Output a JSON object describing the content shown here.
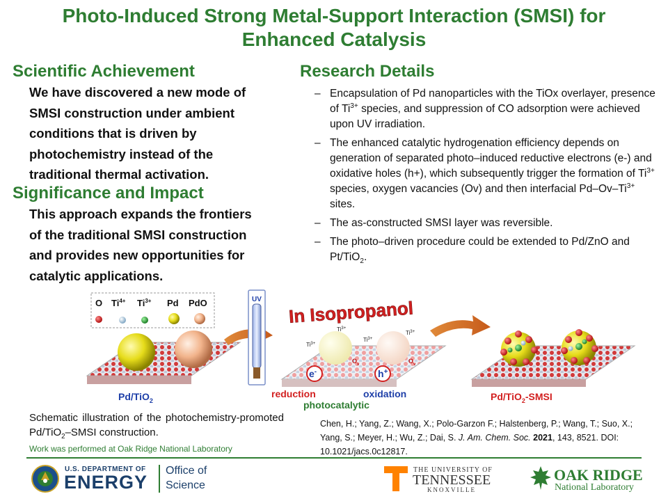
{
  "title_line1": "Photo-Induced Strong Metal-Support Interaction (SMSI) for",
  "title_line2": "Enhanced Catalysis",
  "achievement": {
    "heading": "Scientific Achievement",
    "lines": [
      "We have discovered a new mode of",
      "SMSI construction under ambient",
      "conditions that is driven by",
      "photochemistry instead of the",
      "traditional thermal activation."
    ]
  },
  "significance": {
    "heading": "Significance and Impact",
    "lines": [
      "This approach expands the frontiers",
      "of the traditional SMSI construction",
      "and provides new opportunities for",
      "catalytic applications."
    ]
  },
  "details": {
    "heading": "Research Details",
    "bullet_mark": "–",
    "b1_a": "Encapsulation of Pd nanoparticles with the TiOx overlayer, presence of Ti",
    "b1_sup": "3+",
    "b1_b": " species, and suppression of CO adsorption were achieved upon UV irradiation.",
    "b2_a": "The enhanced catalytic hydrogenation efficiency depends on generation of separated photo–induced reductive electrons (e-) and oxidative holes (h+), which subsequently trigger the formation of Ti",
    "b2_sup": "3+",
    "b2_b": " species, oxygen vacancies (Ov) and then interfacial Pd–Ov–Ti",
    "b2_sup2": "3+",
    "b2_c": " sites.",
    "b3": "The as-constructed SMSI layer was reversible.",
    "b4_a": "The photo–driven procedure could be extended to Pd/ZnO and Pt/TiO",
    "b4_sub": "2",
    "b4_b": "."
  },
  "figure": {
    "legend": [
      "O",
      "Ti",
      "Ti",
      "Pd",
      "PdO"
    ],
    "legend_sup": [
      "4+",
      "3+"
    ],
    "uv": "UV",
    "in_isopropanol": "In Isopropanol",
    "ti3": "Ti",
    "ti3_sup": "3+",
    "ov": "O",
    "ov_sub": "v",
    "e": "e",
    "e_sup": "-",
    "h": "h",
    "h_sup": "+",
    "reduction": "reduction",
    "oxidation": "oxidation",
    "photocatalytic": "photocatalytic",
    "left_label_a": "Pd/TiO",
    "left_label_sub": "2",
    "right_label_a": "Pd/TiO",
    "right_label_sub": "2",
    "right_label_b": "-SMSI"
  },
  "caption_a": "Schematic illustration of the photochemistry-promoted Pd/TiO",
  "caption_sub": "2",
  "caption_b": "–SMSI construction.",
  "work_line": "Work was performed at Oak Ridge National Laboratory",
  "reference": {
    "authors": "Chen, H.; Yang, Z.; Wang, X.; Polo-Garzon F.; Halstenberg, P.; Wang, T.; Suo, X.; Yang, S.; Meyer, H.; Wu, Z.; Dai, S. ",
    "journal": "J. Am. Chem. Soc.",
    "year": "2021",
    "rest": ", 143, 8521.  DOI: 10.1021/jacs.0c12817."
  },
  "footer": {
    "doe_small": "U.S. DEPARTMENT OF",
    "doe_big": "ENERGY",
    "office_1": "Office of",
    "office_2": "Science",
    "ut_1": "THE UNIVERSITY OF",
    "ut_2": "TENNESSEE",
    "ut_3": "KNOXVILLE",
    "ornl_1": "OAK RIDGE",
    "ornl_2": "National Laboratory"
  },
  "colors": {
    "green": "#2e7d32",
    "ut_orange": "#ff8200",
    "o_red": "#d32020",
    "ti4": "#a8c8e0",
    "ti3": "#2fa83a",
    "pd": "#e8e21a",
    "pdo": "#f2b48c"
  }
}
